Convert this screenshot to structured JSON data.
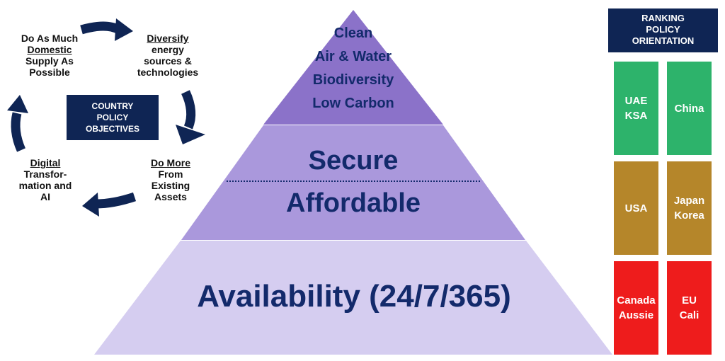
{
  "cycle": {
    "center_box": [
      "COUNTRY",
      "POLICY",
      "OBJECTIVES"
    ],
    "top_left": {
      "line1": "Do As Much",
      "line2_underlined": "Domestic",
      "line3": "Supply As",
      "line4": "Possible"
    },
    "top_right": {
      "line1_underlined": "Diversify",
      "line2": "energy",
      "line3": "sources &",
      "line4": "technologies"
    },
    "bottom_right": {
      "line1_underlined": "Do More",
      "line2": "From",
      "line3": "Existing",
      "line4": "Assets"
    },
    "bottom_left": {
      "line1_underlined": "Digital",
      "line2": "Transfor-",
      "line3": "mation and",
      "line4": "AI"
    }
  },
  "pyramid": {
    "top": [
      "Clean",
      "Air & Water",
      "Biodiversity",
      "Low Carbon"
    ],
    "middle_upper": "Secure",
    "middle_lower": "Affordable",
    "bottom": "Availability (24/7/365)"
  },
  "ranking": {
    "header": [
      "RANKING",
      "POLICY",
      "ORIENTATION"
    ],
    "rows": [
      {
        "color": "#2db36b",
        "left": [
          "UAE",
          "KSA"
        ],
        "right": [
          "China"
        ]
      },
      {
        "color": "#b5862a",
        "left": [
          "USA"
        ],
        "right": [
          "Japan",
          "Korea"
        ]
      },
      {
        "color": "#ee1c1c",
        "left": [
          "Canada",
          "Aussie"
        ],
        "right": [
          "EU",
          "Cali"
        ]
      }
    ]
  },
  "colors": {
    "navy": "#0f2554",
    "pyramid_top": "#8b72c9",
    "pyramid_middle": "#aa98dc",
    "pyramid_bottom": "#d5cdf0"
  }
}
